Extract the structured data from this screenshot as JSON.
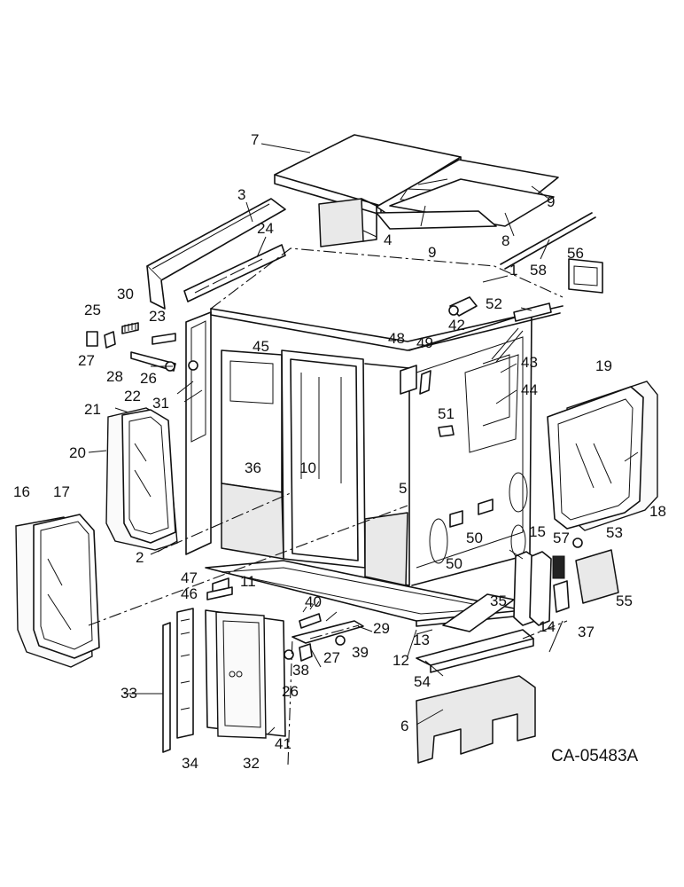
{
  "drawing_code": "CA-05483A",
  "callouts": [
    {
      "id": "c7",
      "text": "7"
    },
    {
      "id": "c3",
      "text": "3"
    },
    {
      "id": "c9a",
      "text": "9"
    },
    {
      "id": "c9b",
      "text": "9"
    },
    {
      "id": "c4",
      "text": "4"
    },
    {
      "id": "c8",
      "text": "8"
    },
    {
      "id": "c24",
      "text": "24"
    },
    {
      "id": "c58",
      "text": "58"
    },
    {
      "id": "c56",
      "text": "56"
    },
    {
      "id": "c1",
      "text": "1"
    },
    {
      "id": "c25",
      "text": "25"
    },
    {
      "id": "c30",
      "text": "30"
    },
    {
      "id": "c23",
      "text": "23"
    },
    {
      "id": "c52",
      "text": "52"
    },
    {
      "id": "c42",
      "text": "42"
    },
    {
      "id": "c48",
      "text": "48"
    },
    {
      "id": "c49",
      "text": "49"
    },
    {
      "id": "c27a",
      "text": "27"
    },
    {
      "id": "c28",
      "text": "28"
    },
    {
      "id": "c26a",
      "text": "26"
    },
    {
      "id": "c45",
      "text": "45"
    },
    {
      "id": "c43",
      "text": "43"
    },
    {
      "id": "c22",
      "text": "22"
    },
    {
      "id": "c31",
      "text": "31"
    },
    {
      "id": "c44",
      "text": "44"
    },
    {
      "id": "c19",
      "text": "19"
    },
    {
      "id": "c21",
      "text": "21"
    },
    {
      "id": "c51",
      "text": "51"
    },
    {
      "id": "c20",
      "text": "20"
    },
    {
      "id": "c36",
      "text": "36"
    },
    {
      "id": "c10",
      "text": "10"
    },
    {
      "id": "c5",
      "text": "5"
    },
    {
      "id": "c16",
      "text": "16"
    },
    {
      "id": "c17",
      "text": "17"
    },
    {
      "id": "c18",
      "text": "18"
    },
    {
      "id": "c53",
      "text": "53"
    },
    {
      "id": "c57",
      "text": "57"
    },
    {
      "id": "c15",
      "text": "15"
    },
    {
      "id": "c50a",
      "text": "50"
    },
    {
      "id": "c2",
      "text": "2"
    },
    {
      "id": "c50b",
      "text": "50"
    },
    {
      "id": "c47",
      "text": "47"
    },
    {
      "id": "c11",
      "text": "11"
    },
    {
      "id": "c46",
      "text": "46"
    },
    {
      "id": "c40",
      "text": "40"
    },
    {
      "id": "c35",
      "text": "35"
    },
    {
      "id": "c55",
      "text": "55"
    },
    {
      "id": "c29",
      "text": "29"
    },
    {
      "id": "c14",
      "text": "14"
    },
    {
      "id": "c37",
      "text": "37"
    },
    {
      "id": "c13",
      "text": "13"
    },
    {
      "id": "c27b",
      "text": "27"
    },
    {
      "id": "c39",
      "text": "39"
    },
    {
      "id": "c12",
      "text": "12"
    },
    {
      "id": "c38",
      "text": "38"
    },
    {
      "id": "c54",
      "text": "54"
    },
    {
      "id": "c33",
      "text": "33"
    },
    {
      "id": "c26b",
      "text": "26"
    },
    {
      "id": "c41",
      "text": "41"
    },
    {
      "id": "c6",
      "text": "6"
    },
    {
      "id": "c34",
      "text": "34"
    },
    {
      "id": "c32",
      "text": "32"
    }
  ]
}
